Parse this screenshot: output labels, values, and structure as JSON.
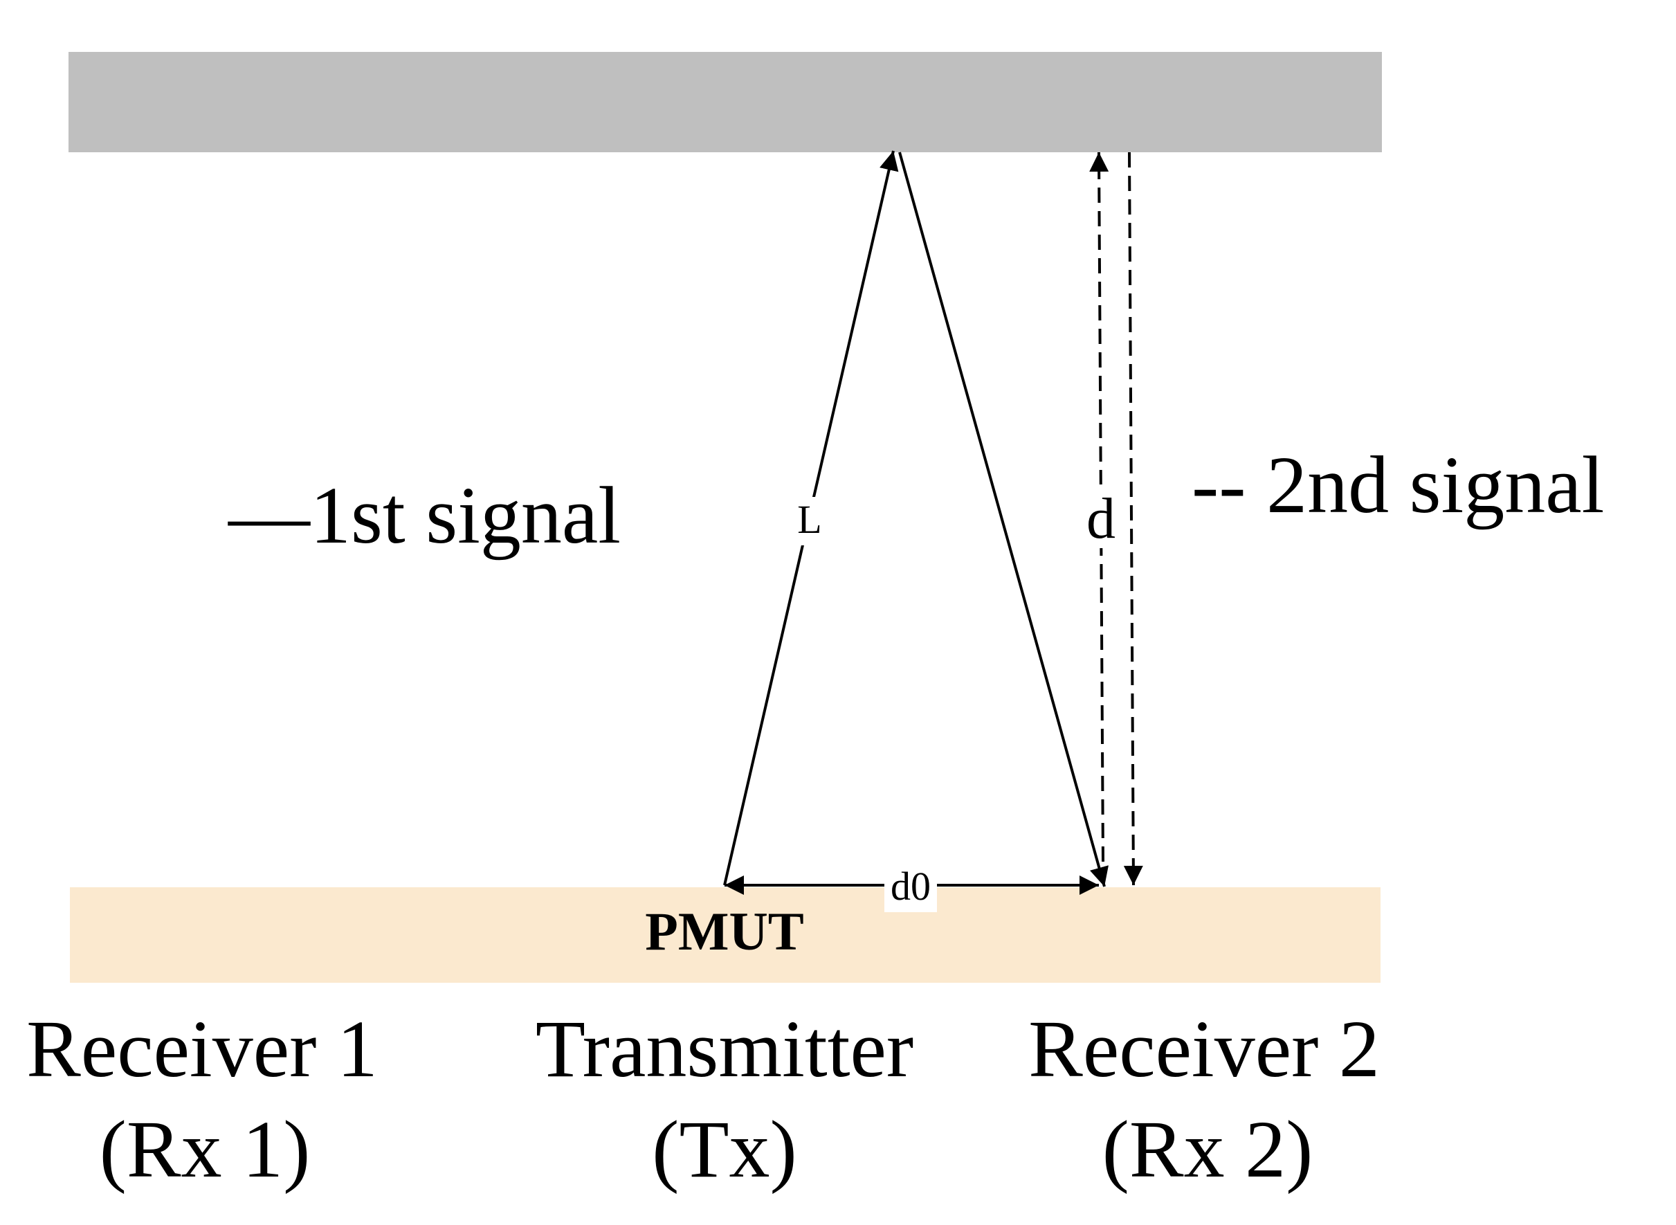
{
  "diagram": {
    "colors": {
      "reflector": "#bfbfbf",
      "pmut": "#fbe9cf",
      "stroke": "#000000"
    },
    "legend": {
      "first_signal": "—1st signal",
      "second_signal": "-- 2nd signal"
    },
    "path_labels": {
      "L": "L",
      "d": "d",
      "d0": "d0"
    },
    "pmut_label": "PMUT",
    "elements": {
      "receiver1": {
        "name": "Receiver 1",
        "abbr": "(Rx 1)"
      },
      "transmitter": {
        "name": "Transmitter",
        "abbr": "(Tx)"
      },
      "receiver2": {
        "name": "Receiver 2",
        "abbr": "(Rx 2)"
      }
    }
  }
}
